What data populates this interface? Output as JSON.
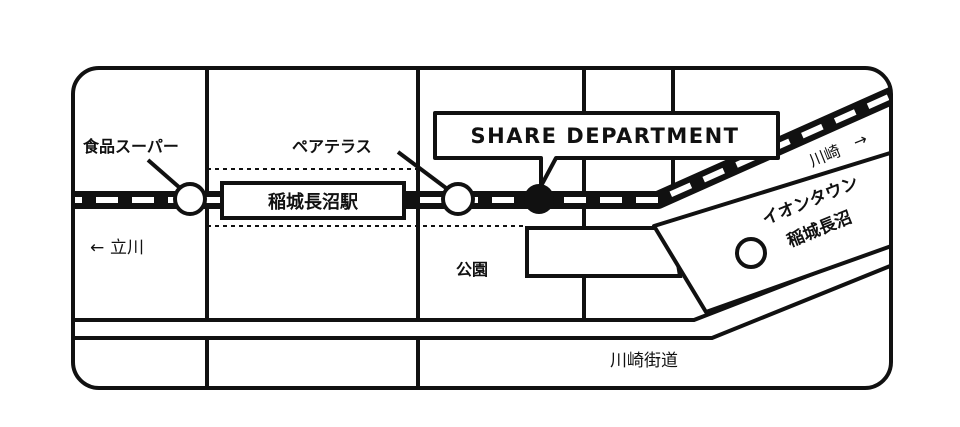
{
  "colors": {
    "ink": "#111111",
    "paper": "#ffffff"
  },
  "landmarks": {
    "supermarket": "食品スーパー",
    "pea_terrace": "ペアテラス",
    "station": "稲城長沼駅",
    "park": "公園",
    "aeon_line1": "イオンタウン",
    "aeon_line2": "稲城長沼"
  },
  "destination": {
    "label": "SHARE DEPARTMENT",
    "marker_icon": "filled-circle-marker"
  },
  "directions": {
    "left": "立川",
    "right": "川崎",
    "left_arrow": "←",
    "right_arrow": "→"
  },
  "roads": {
    "kawasaki_kaido": "川崎街道"
  },
  "icons": {
    "poi": "hollow-circle-marker",
    "railway": "railway-track"
  }
}
